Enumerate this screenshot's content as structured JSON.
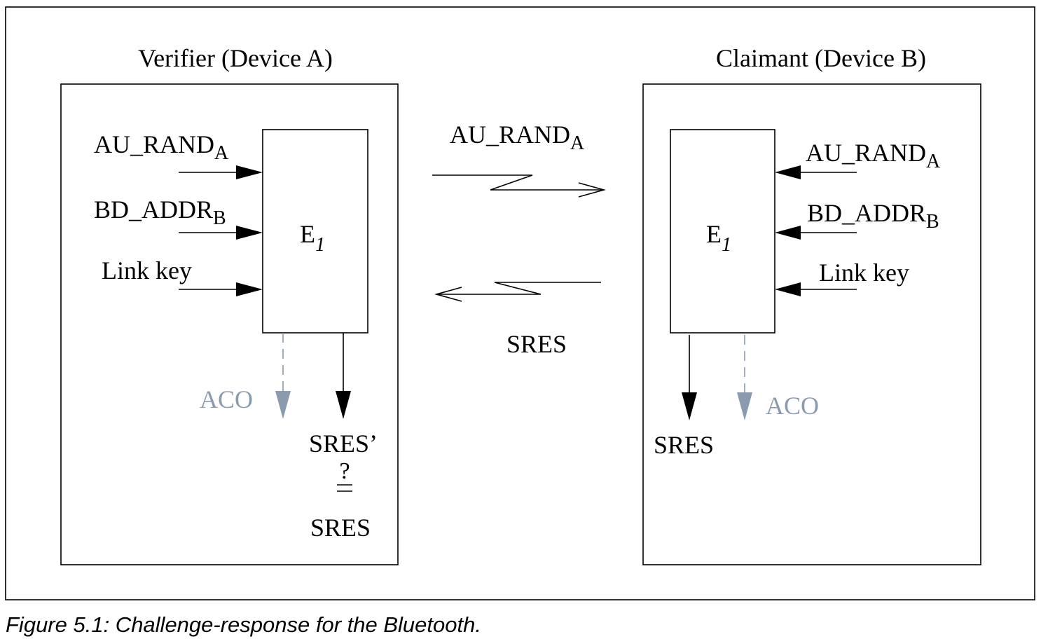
{
  "verifier": {
    "title": "Verifier (Device A)",
    "inputs": [
      {
        "main": "AU_RAND",
        "sub": "A"
      },
      {
        "main": "BD_ADDR",
        "sub": "B"
      },
      {
        "main": "Link key",
        "sub": ""
      }
    ],
    "function": {
      "main": "E",
      "sub": "1"
    },
    "aco": "ACO",
    "result": "SRES’",
    "compare_symbol": "?",
    "compare_with": "SRES"
  },
  "channel": {
    "challenge": {
      "main": "AU_RAND",
      "sub": "A"
    },
    "response": "SRES"
  },
  "claimant": {
    "title": "Claimant (Device B)",
    "inputs": [
      {
        "main": "AU_RAND",
        "sub": "A"
      },
      {
        "main": "BD_ADDR",
        "sub": "B"
      },
      {
        "main": "Link key",
        "sub": ""
      }
    ],
    "function": {
      "main": "E",
      "sub": "1"
    },
    "aco": "ACO",
    "result": "SRES"
  },
  "caption": "Figure 5.1:  Challenge-response for the Bluetooth.",
  "colors": {
    "line": "#000000",
    "aco": "#8a9bb0"
  }
}
